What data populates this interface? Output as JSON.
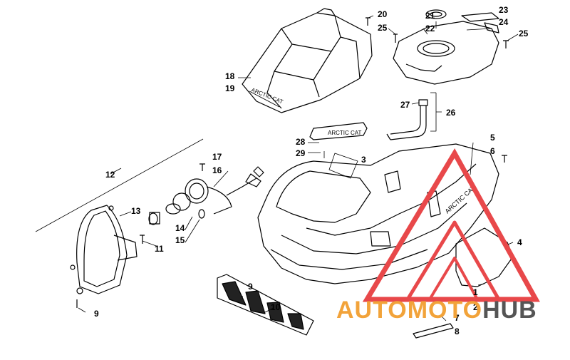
{
  "diagram": {
    "callouts": {
      "c1": "1",
      "c2": "2",
      "c3": "3",
      "c4": "4",
      "c5": "5",
      "c6": "6",
      "c7": "7",
      "c8": "8",
      "c9a": "9",
      "c9b": "9",
      "c10": "10",
      "c11": "11",
      "c12": "12",
      "c13": "13",
      "c14": "14",
      "c15": "15",
      "c16": "16",
      "c17": "17",
      "c18": "18",
      "c19": "19",
      "c20": "20",
      "c21": "21",
      "c22": "22",
      "c23": "23",
      "c24": "24",
      "c25a": "25",
      "c25b": "25",
      "c26": "26",
      "c27": "27",
      "c28": "28",
      "c29": "29"
    },
    "decals": {
      "hood_logo": "ARCTIC CAT",
      "seat_logo": "ARCTIC CAT",
      "fender_logo": "ARCTIC CAT"
    }
  },
  "watermark": {
    "part1": "AUTOMOTO",
    "part2": "HUB",
    "color_primary": "#f2a33a",
    "color_secondary": "#555555",
    "triangle_color": "#e8484a"
  }
}
